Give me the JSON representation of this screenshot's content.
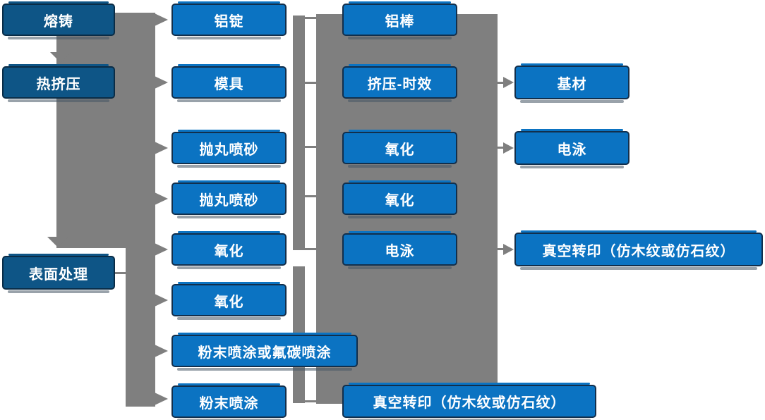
{
  "diagram": {
    "description": "Aluminum profile production process flow diagram",
    "nodes": {
      "melt_casting": "熔铸",
      "hot_extrusion": "热挤压",
      "surface_treatment": "表面处理",
      "aluminum_ingot": "铝锭",
      "mold": "模具",
      "shot_blasting_1": "抛丸喷砂",
      "shot_blasting_2": "抛丸喷砂",
      "oxidation_1": "氧化",
      "oxidation_2": "氧化",
      "powder_or_fluorocarbon": "粉末喷涂或氟碳喷涂",
      "powder_coating": "粉末喷涂",
      "aluminum_rod": "铝棒",
      "extrusion_aging": "挤压-时效",
      "oxidation_3": "氧化",
      "oxidation_4": "氧化",
      "electrophoresis_1": "电泳",
      "vacuum_transfer_1": "真空转印（仿木纹或仿石纹）",
      "substrate": "基材",
      "electrophoresis_2": "电泳",
      "vacuum_transfer_2": "真空转印（仿木纹或仿石纹）"
    },
    "edges": [
      {
        "from": "melt_casting_trunk",
        "to": "hot_extrusion",
        "direction": "down"
      },
      {
        "from": "melt_casting_trunk",
        "to": "surface_treatment",
        "direction": "down"
      },
      {
        "from": "melt_casting_trunk",
        "to": "aluminum_ingot",
        "direction": "right"
      },
      {
        "from": "melt_casting_trunk",
        "to": "mold",
        "direction": "right"
      },
      {
        "from": "melt_casting_trunk",
        "to": "shot_blasting_1",
        "direction": "right"
      },
      {
        "from": "melt_casting_trunk",
        "to": "shot_blasting_2",
        "direction": "right"
      },
      {
        "from": "melt_casting_trunk",
        "to": "oxidation_1",
        "direction": "right"
      },
      {
        "from": "surface_treatment_trunk",
        "to": "oxidation_2",
        "direction": "right"
      },
      {
        "from": "surface_treatment_trunk",
        "to": "powder_or_fluorocarbon",
        "direction": "right"
      },
      {
        "from": "surface_treatment_trunk",
        "to": "powder_coating",
        "direction": "right"
      },
      {
        "from": "column3_block",
        "to": "substrate",
        "direction": "right"
      },
      {
        "from": "column3_block",
        "to": "electrophoresis_2",
        "direction": "right"
      },
      {
        "from": "column3_block",
        "to": "vacuum_transfer_2",
        "direction": "right"
      }
    ],
    "colors": {
      "dark_box_fill": "#0E5586",
      "dark_box_border": "#0A2C46",
      "blue_box_fill": "#0B73C2",
      "blue_box_border": "#122F4C",
      "connector_gray": "#7F7F7F",
      "box_text": "#FFFFFF",
      "background": "#FFFFFF"
    }
  }
}
